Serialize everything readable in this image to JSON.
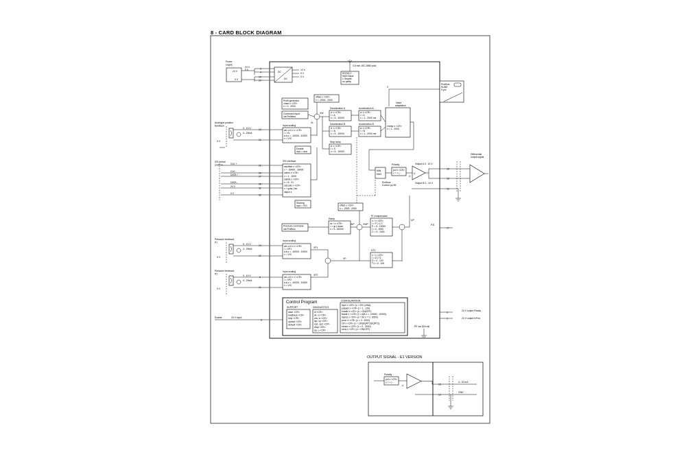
{
  "page": {
    "title": "8 - CARD BLOCK DIAGRAM",
    "output_signal_title": "OUTPUT SIGNAL - E1 VERSION"
  },
  "power": {
    "label_1": "Power",
    "label_2": "supply",
    "v24": "24 V",
    "v0": "0 V",
    "pin_24a": "24 V",
    "pin_0a": "0 V",
    "pins": [
      "3",
      "4",
      "19",
      "20"
    ],
    "dc1": "DC",
    "dc2": "DC",
    "v12": "12 V",
    "v5": "5 V",
    "v0b": "0 V"
  },
  "rs232": {
    "jack": "3.5 mm JSC-6560 pick",
    "lines": [
      "RS232 C",
      "9600 Baud",
      "1 Stopbit",
      "no parity"
    ]
  },
  "profibus": {
    "lines": [
      "Profibus",
      "SUBD",
      "9 pol"
    ]
  },
  "analogue_pos": {
    "label_1": "Analogue position",
    "label_2": "feedback",
    "range_v": "0.. 10 V",
    "range_ma": "4.. 20mA",
    "v0": "0 V",
    "pin_in": "13",
    "pin_gnd": "11",
    "xl": "XL"
  },
  "ssi": {
    "label_1": "SSI actual",
    "label_2": "position",
    "signals": [
      "CLK +",
      "CLK -",
      "DATA +",
      "DATA -",
      "24 V",
      "0 V"
    ],
    "pins": [
      "25",
      "26",
      "27",
      "28",
      "31",
      "32"
    ],
    "iface_title": "SSI interface",
    "iface_lines": [
      "ssioffset x <CR>",
      "x = -30000.. 30000",
      "ssires x <CR>",
      "x = 1.. 1000",
      "ssibits x <CR>",
      "x = 8.. 31",
      "ssicode x <CR>",
      "x = gray | bin",
      "ssipol x"
    ],
    "sharing": [
      "Sharing",
      "inpx = SSI"
    ]
  },
  "profile": {
    "lines": [
      "Profil generator",
      "vmax x <CR>",
      "x = 0.. 2000"
    ],
    "offset_lines": [
      "offset x <CR>",
      "x = -2000.. 2000"
    ],
    "cmd_lines": [
      "Command input",
      "via Fieldbus"
    ],
    "xw": "XW"
  },
  "scaling_pos": {
    "title": "Input scaling",
    "lines": [
      "ain: a b c x <CR>",
      "i = XL",
      "a,b,c = -10000.. 10000",
      "x = V/C"
    ],
    "enable": [
      "Enable",
      "inpx = ana"
    ]
  },
  "decel_a": {
    "title": "Deceleration A",
    "lines": [
      "d: x <CR>",
      "i = A",
      "x = 5.. 10000"
    ]
  },
  "decel_b": {
    "title": "Deceleration B",
    "lines": [
      "d: x <CR>",
      "i = B",
      "x = 5.. 10000"
    ]
  },
  "stop_ramp": {
    "title": "Stop ramp",
    "lines": [
      "d: x <CR>",
      "i = S",
      "x = 5.. 10000"
    ]
  },
  "accel_a": {
    "title": "Acceleration A",
    "lines": [
      "a: x <CR>",
      "i = A",
      "x = 1.. 2000 ms"
    ]
  },
  "accel_b": {
    "title": "Acceleration B",
    "lines": [
      "a: x <CR>",
      "i = B",
      "x = 1.. 2000 ms"
    ]
  },
  "valve": {
    "title_1": "Valve",
    "title_2": "adaptation",
    "lines": [
      "vramp x <CR>",
      "x = 1.. 2000"
    ],
    "v": "V"
  },
  "minmax": {
    "l1": "MIN",
    "l2": "MAX"
  },
  "polarity": {
    "title": "Polarity",
    "lines": [
      "pol x <CR>",
      "x = + | -"
    ],
    "u": "U",
    "control": [
      "Profibus",
      "Control pp B1"
    ]
  },
  "out_a": {
    "label_a": "Output A 0.. 10 V",
    "label_b": "Output B 0.. 10 V",
    "pins": [
      "15",
      "16",
      "12"
    ],
    "diff": [
      "Differential",
      "output signal"
    ]
  },
  "ramp": {
    "title": "Ramp",
    "lines": [
      "ra: i x <CR>",
      "i = up | down",
      "x = 5.. 60000"
    ],
    "offset": [
      "offset x <CR>",
      "x = -2000.. 2000"
    ],
    "cmd": [
      "Pressure command",
      "via Profibus"
    ],
    "wp": "WP",
    "xwp": "XWP"
  },
  "pi": {
    "title": "PI compensator",
    "lines": [
      "c: i x <CR>",
      "i = P | I | C",
      "P = 5.. 10000",
      "I = 0.. 2000",
      "C = 0.. 1000"
    ],
    "up": "UP"
  },
  "pe": {
    "label": "P.E.",
    "pin": "17"
  },
  "p1": {
    "label_1": "Pressure feedback",
    "label_2": "P1",
    "range_v": "0.. 10 V",
    "range_ma": "4.. 20mA",
    "v0": "0 V",
    "pin_in": "13",
    "pin_gnd": "11",
    "scaling_title": "Input scaling",
    "lines": [
      "ain: a b c x <CR>",
      "i = XP1",
      "a,b,c = -10000.. 10000",
      "x = V/C"
    ],
    "xp1": "XP1"
  },
  "p2": {
    "label_1": "Pressure feedback",
    "label_2": "P2",
    "range_v": "0.. 10 V",
    "range_ma": "4.. 20mA",
    "v0": "0 V",
    "pin_in": "6",
    "pin_gnd": "11",
    "scaling_title": "Input scaling",
    "lines": [
      "ain: a b c x <CR>",
      "i = XP2",
      "a,b,c = -10000.. 10000",
      "x = V/C"
    ],
    "xp2": "XP2"
  },
  "xp": "XP",
  "dt1": {
    "title": "DT1",
    "lines": [
      "c: i x <CR>",
      "i = D | T1",
      "D = 0.. 120",
      "T1 = 0.. 100"
    ]
  },
  "control_program": {
    "title": "Control Program",
    "support_hdr": "SUPPORT",
    "diag_hdr": "DIAGNOSTICS",
    "config_hdr": "CONFIGURATION",
    "support": [
      "save  <CR>",
      "loadback <CR>",
      "help  <CR>",
      "upload  <CR>",
      "default <CR>"
    ],
    "diagnostics": [
      "id   <CR>",
      "wl, xl  <CR>",
      "ww, w  <CR>",
      "wp, xp  <CR>",
      "xp1, xp2 <CR>",
      "wwp  <CR>",
      "up, u  <CR>"
    ],
    "config": [
      "inpx x    <CR>  (x = SSI | ANA)",
      "pdpadr x <CR>  (i = 1.. 126)",
      "enadb x   <CR>  (x = ON|OFF)",
      "bandi x i <CR>  (i = A|B x = -10000.. 10000)",
      "inpres x <CR>  (x = 50 x = 0.. 6500)",
      "pcorr x   <CR>  (x = 0.. 2000)",
      "ctrl x      <CR>  (x = LIN|SQRT1|SQRT2)",
      "stroke x  <CR>  (x = 0.. 3000)",
      "sens x     <CR>  (x = ON|OFF)"
    ]
  },
  "outputs": {
    "pins": [
      "2",
      "1"
    ],
    "ready": "24 V output  Ready",
    "inpos": "24 V output  InPos",
    "pe_din": "PE via DIN rail"
  },
  "enable": {
    "label": "Enable",
    "v": "24 V input",
    "pin": "8"
  },
  "e1": {
    "polarity": "Polarity",
    "lines": [
      "pol x <CR>",
      "x = + | -"
    ],
    "u": "U",
    "pins": [
      "15",
      "12"
    ],
    "range": "4.. 20 mA",
    "gnd": "GND"
  }
}
